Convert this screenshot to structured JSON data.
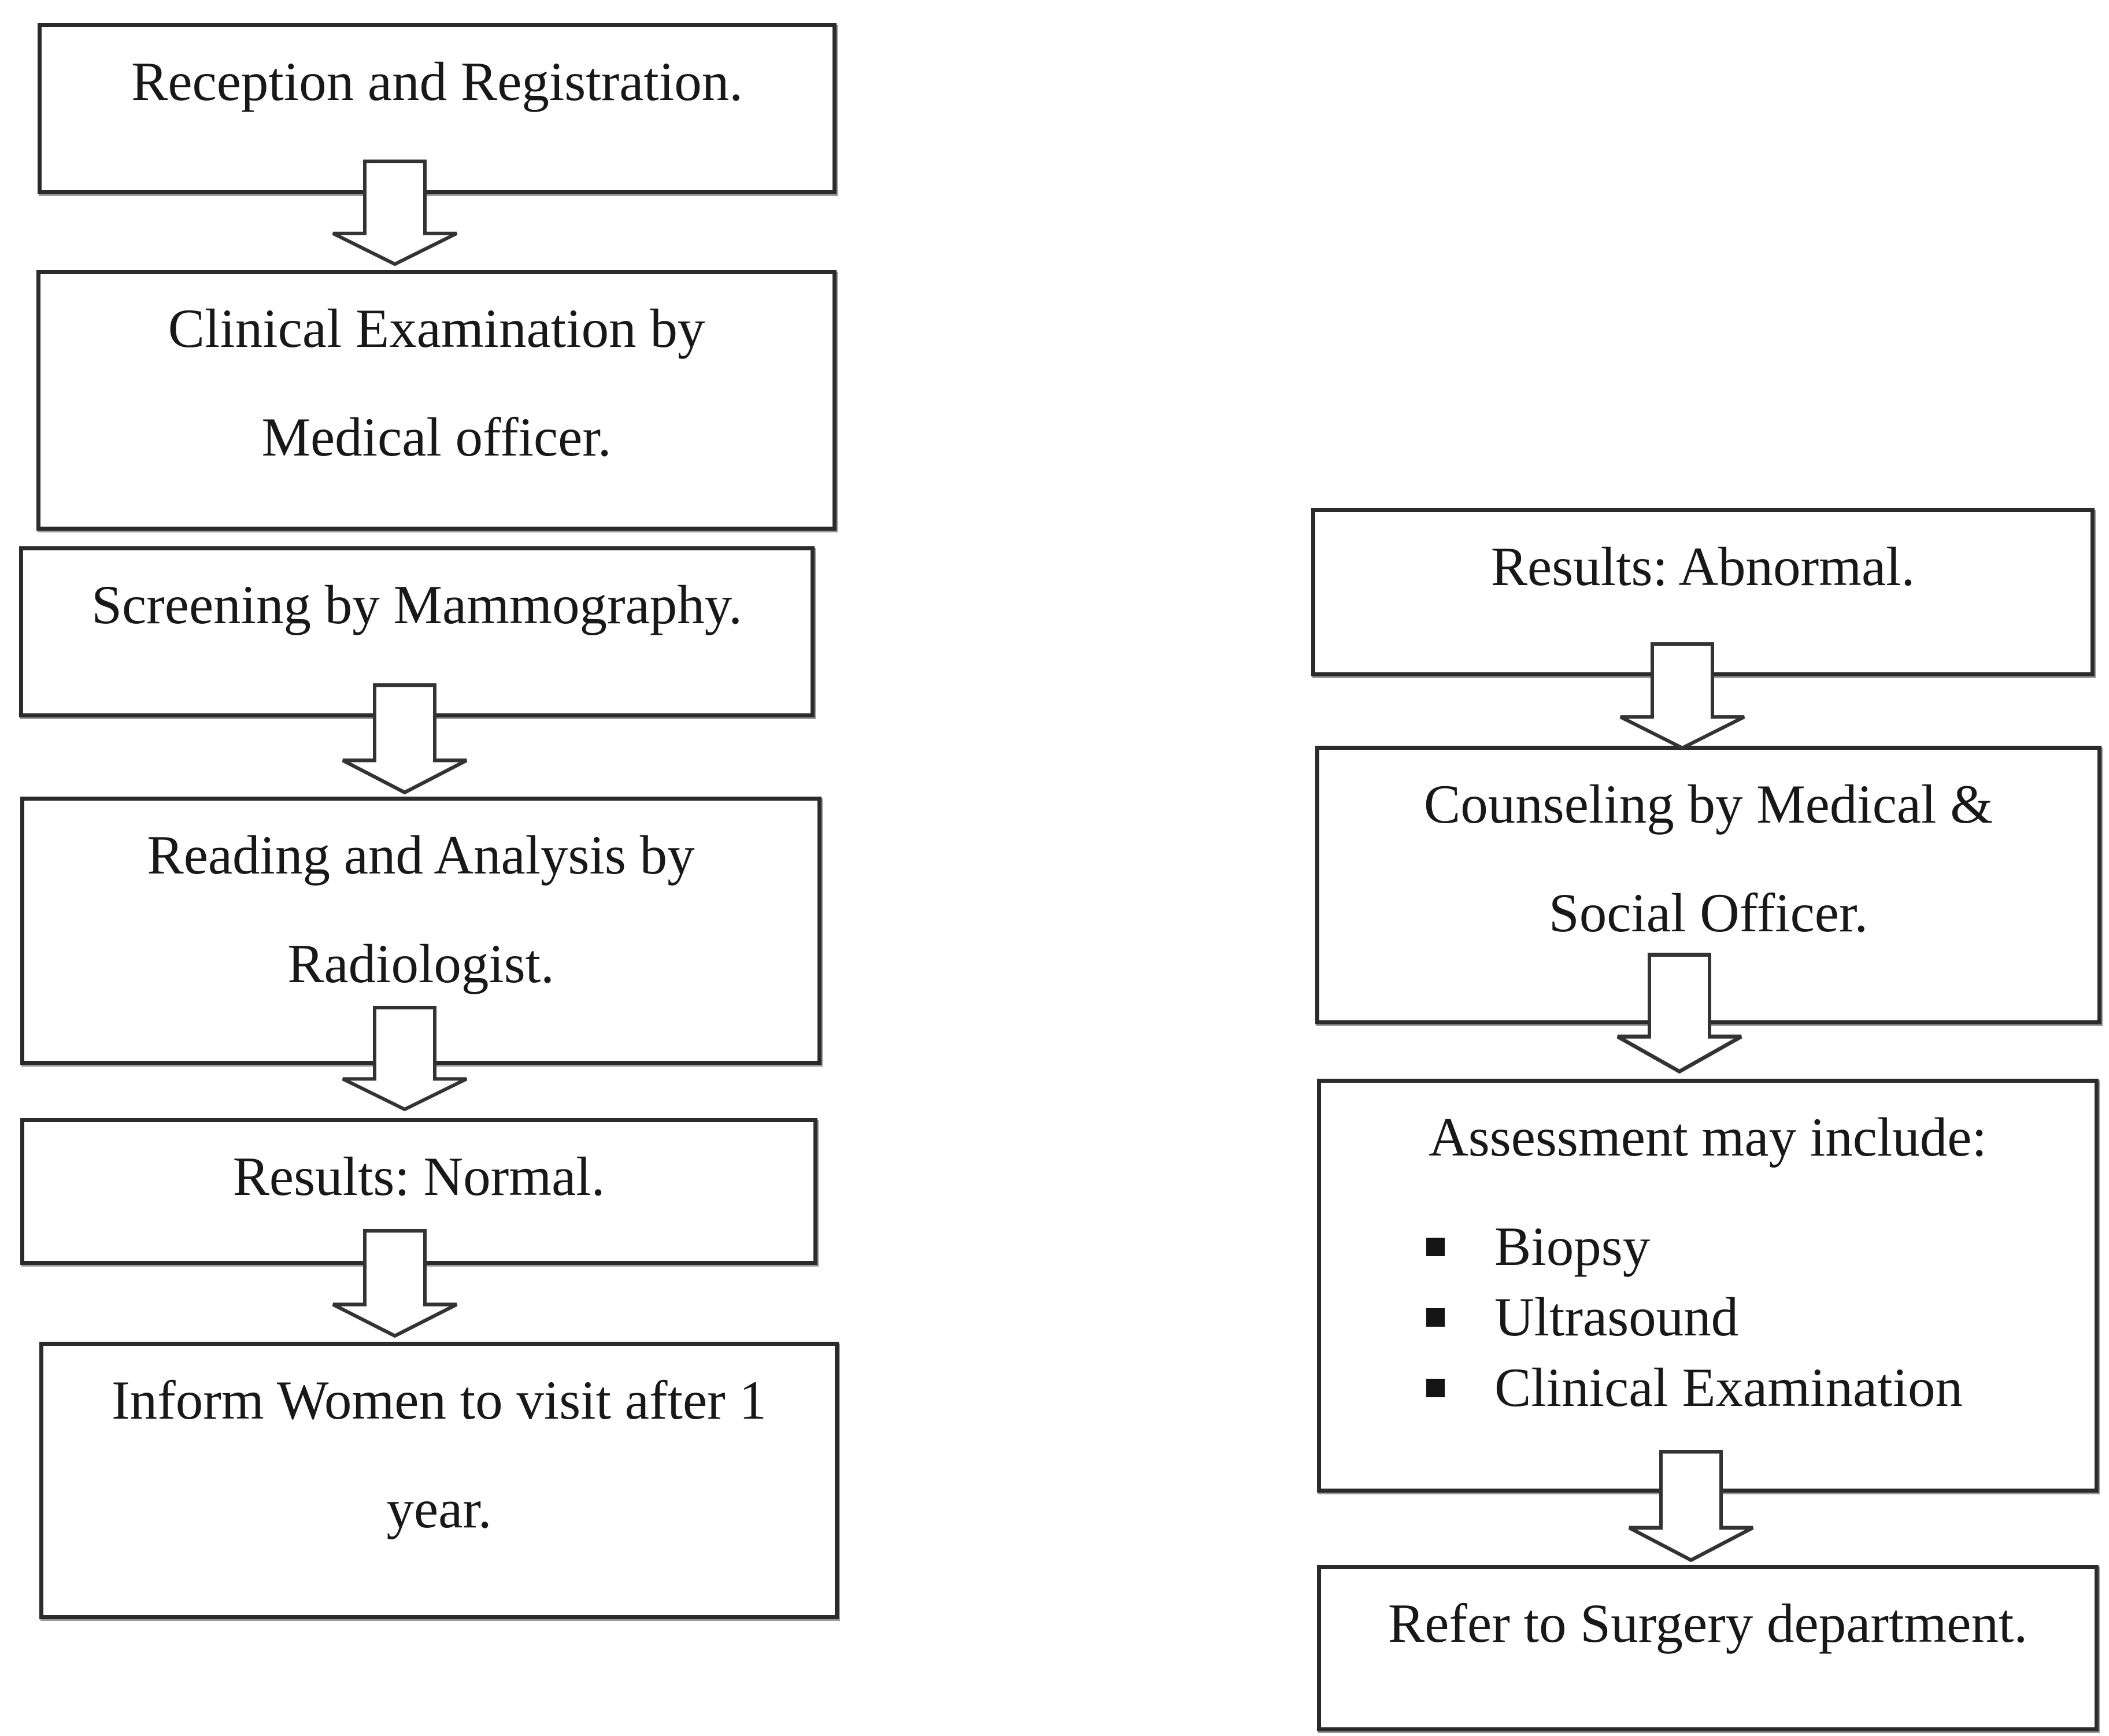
{
  "diagram": {
    "title_semantic": "Breast screening clinic patient flowchart",
    "colors": {
      "background": "#ffffff",
      "box_border": "#2b2b2b",
      "text": "#181818",
      "arrow_outline": "#333333",
      "bullet": "#141414"
    },
    "left_flow": {
      "boxes": [
        {
          "lines": [
            "Reception and Registration."
          ]
        },
        {
          "lines": [
            "Clinical Examination by",
            "Medical officer."
          ]
        },
        {
          "lines": [
            "Screening by Mammography."
          ]
        },
        {
          "lines": [
            "Reading and Analysis by",
            "Radiologist."
          ]
        },
        {
          "lines": [
            "Results: Normal."
          ]
        },
        {
          "lines": [
            "Inform Women to visit after 1",
            "year."
          ]
        }
      ]
    },
    "right_flow": {
      "boxes": [
        {
          "lines": [
            "Results: Abnormal."
          ]
        },
        {
          "lines": [
            "Counseling by Medical &",
            "Social Officer."
          ]
        },
        {
          "heading": "Assessment may include:",
          "bullets": [
            "Biopsy",
            "Ultrasound",
            "Clinical Examination"
          ]
        },
        {
          "lines": [
            "Refer to Surgery department."
          ]
        }
      ]
    }
  }
}
